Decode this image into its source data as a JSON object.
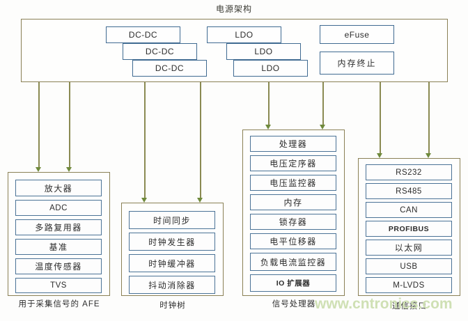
{
  "title": "电源架构",
  "watermark": "www.cntronics.com",
  "power_architecture": {
    "label": "电源架构",
    "dcdc_group": [
      {
        "label": "DC-DC"
      },
      {
        "label": "DC-DC"
      },
      {
        "label": "DC-DC"
      }
    ],
    "ldo_group": [
      {
        "label": "LDO"
      },
      {
        "label": "LDO"
      },
      {
        "label": "LDO"
      }
    ],
    "misc_group": [
      {
        "label": "eFuse"
      },
      {
        "label": "内存终止"
      }
    ]
  },
  "sections": [
    {
      "name": "afe",
      "caption": "用于采集信号的 AFE",
      "blocks": [
        {
          "label": "放大器"
        },
        {
          "label": "ADC"
        },
        {
          "label": "多路复用器"
        },
        {
          "label": "基准"
        },
        {
          "label": "温度传感器"
        },
        {
          "label": "TVS"
        }
      ]
    },
    {
      "name": "clock-tree",
      "caption": "时钟树",
      "blocks": [
        {
          "label": "时间同步"
        },
        {
          "label": "时钟发生器"
        },
        {
          "label": "时钟缓冲器"
        },
        {
          "label": "抖动消除器"
        }
      ]
    },
    {
      "name": "signal-processor",
      "caption": "信号处理器",
      "blocks": [
        {
          "label": "处理器"
        },
        {
          "label": "电压定序器"
        },
        {
          "label": "电压监控器"
        },
        {
          "label": "内存"
        },
        {
          "label": "锁存器"
        },
        {
          "label": "电平位移器"
        },
        {
          "label": "负载电流监控器"
        },
        {
          "label": "IO 扩展器"
        }
      ]
    },
    {
      "name": "comm-interface",
      "caption": "通信接口",
      "blocks": [
        {
          "label": "RS232"
        },
        {
          "label": "RS485"
        },
        {
          "label": "CAN"
        },
        {
          "label": "PROFIBUS"
        },
        {
          "label": "以太网"
        },
        {
          "label": "USB"
        },
        {
          "label": "M-LVDS"
        }
      ]
    }
  ],
  "colors": {
    "container_border": "#8a8055",
    "block_border": "#4a7296",
    "connector": "#8a8a52",
    "arrowhead": "#6f8a3c",
    "watermark": "#cfe0b4",
    "background": "#fdfdfc"
  }
}
